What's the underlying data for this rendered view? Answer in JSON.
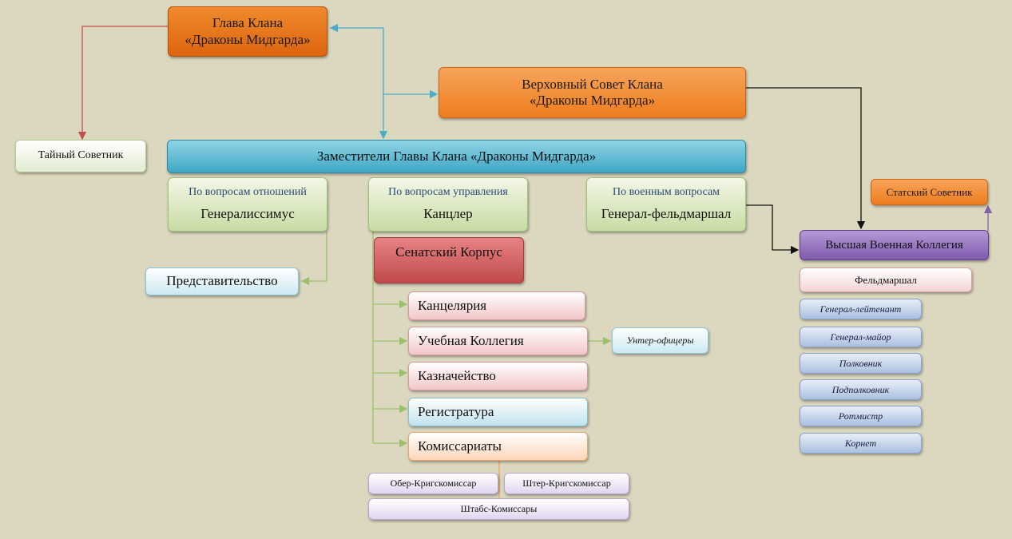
{
  "head": {
    "line1": "Глава Клана",
    "line2": "«Драконы Мидгарда»"
  },
  "council": {
    "line1": "Верховный Совет Клана",
    "line2": "«Драконы Мидгарда»"
  },
  "secret_advisor": "Тайный Советник",
  "deputies": "Заместители Главы Клана «Драконы Мидгарда»",
  "relations": {
    "sub": "По вопросам отношений",
    "title": "Генералиссимус"
  },
  "management": {
    "sub": "По вопросам управления",
    "title": "Канцлер"
  },
  "military": {
    "sub": "По военным вопросам",
    "title": "Генерал-фельдмаршал"
  },
  "representation": "Представительство",
  "senate": "Сенатский Корпус",
  "departments": [
    "Канцелярия",
    "Учебная Коллегия",
    "Казначейство",
    "Регистратура",
    "Комиссариаты"
  ],
  "nco": "Унтер-офицеры",
  "commissars": [
    "Обер-Кригскомиссар",
    "Штер-Кригскомиссар",
    "Штабс-Комиссары"
  ],
  "state_advisor": "Статский Советник",
  "war_college": "Высшая Военная Коллегия",
  "field_marshal": "Фельдмаршал",
  "ranks": [
    "Генерал-лейтенант",
    "Генерал-майор",
    "Полковник",
    "Подполковник",
    "Ротмистр",
    "Корнет"
  ],
  "colors": {
    "accent_orange": "#ee7d1f",
    "accent_teal": "#3fa7c4",
    "accent_red": "#c14a4c",
    "accent_purple": "#7e5aae",
    "connector_green": "#9cc06a"
  }
}
